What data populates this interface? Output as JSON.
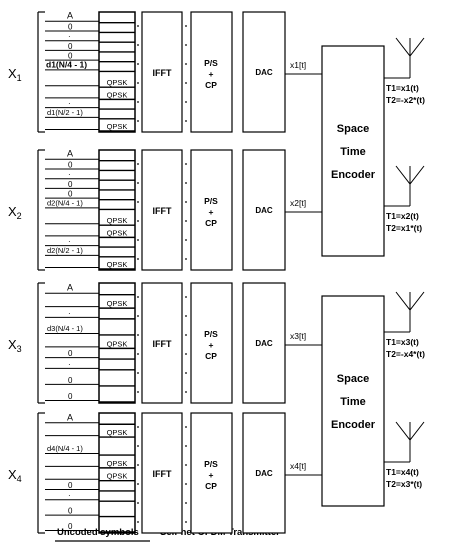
{
  "caption": {
    "left": "Uncoded symbols",
    "right": "Self-het OFDM Transmitter"
  },
  "blocks": [
    {
      "group_label": "X",
      "group_sub": "1",
      "inputs": [
        "A",
        "0",
        "·",
        "0",
        "0",
        "d1(N/4 - 1)",
        "QPSK",
        "QPSK",
        "·",
        "d1(N/2 - 1)",
        "QPSK"
      ],
      "ifft": "IFFT",
      "ps_cp": [
        "P/S",
        "+",
        "CP"
      ],
      "dac": "DAC",
      "signal": "x1[t]"
    },
    {
      "group_label": "X",
      "group_sub": "2",
      "inputs": [
        "A",
        "0",
        "·",
        "0",
        "0",
        "d2(N/4 - 1)",
        "QPSK",
        "QPSK",
        "·",
        "d2(N/2 - 1)",
        "QPSK"
      ],
      "ifft": "IFFT",
      "ps_cp": [
        "P/S",
        "+",
        "CP"
      ],
      "dac": "DAC",
      "signal": "x2[t]"
    },
    {
      "group_label": "X",
      "group_sub": "3",
      "inputs": [
        "A",
        "QPSK",
        "·",
        "d3(N/4 - 1)",
        "QPSK",
        "0",
        "·",
        "0",
        "0"
      ],
      "ifft": "IFFT",
      "ps_cp": [
        "P/S",
        "+",
        "CP"
      ],
      "dac": "DAC",
      "signal": "x3[t]"
    },
    {
      "group_label": "X",
      "group_sub": "4",
      "inputs": [
        "A",
        "QPSK",
        "d4(N/4 - 1)",
        "QPSK",
        "QPSK",
        "0",
        "·",
        "0",
        "0"
      ],
      "ifft": "IFFT",
      "ps_cp": [
        "P/S",
        "+",
        "CP"
      ],
      "dac": "DAC",
      "signal": "x4[t]"
    }
  ],
  "encoders": [
    {
      "lines": [
        "Space",
        "Time",
        "Encoder"
      ]
    },
    {
      "lines": [
        "Space",
        "Time",
        "Encoder"
      ]
    }
  ],
  "antennas": [
    {
      "t1": "T1=x1(t)",
      "t2": "T2=-x2*(t)"
    },
    {
      "t1": "T1=x2(t)",
      "t2": "T2=x1*(t)"
    },
    {
      "t1": "T1=x3(t)",
      "t2": "T2=-x4*(t)"
    },
    {
      "t1": "T1=x4(t)",
      "t2": "T2=x3*(t)"
    }
  ]
}
